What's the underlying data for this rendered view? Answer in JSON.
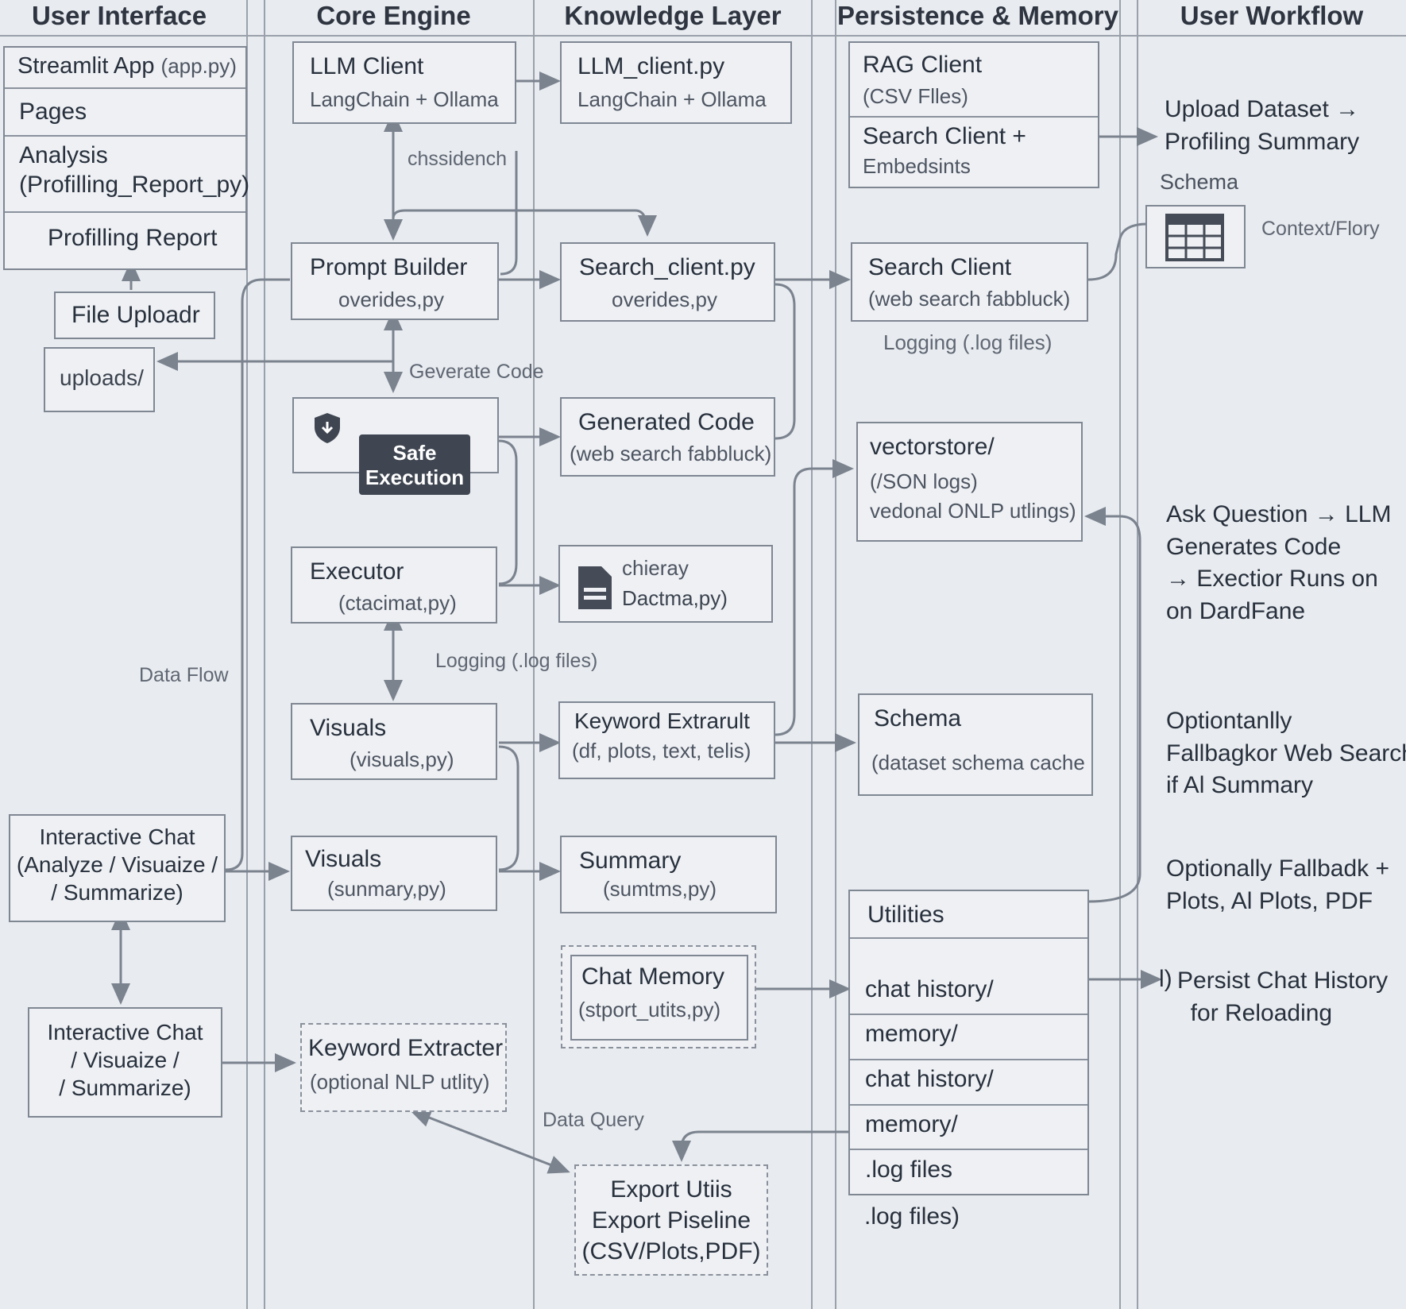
{
  "lanes": {
    "user_interface": "User Interface",
    "core_engine": "Core Engine",
    "knowledge_layer": "Knowledge Layer",
    "persistence_memory": "Persistence & Memory",
    "user_workflow": "User Workflow"
  },
  "ui": {
    "streamlit_app": "Streamlit App",
    "streamlit_app_file": "(app.py)",
    "pages": "Pages",
    "analysis": "Analysis\n(Profilling_Report_py)",
    "profiling_report": "Profilling Report",
    "file_uploader": "File Uploadr",
    "uploads": "uploads/",
    "data_flow": "Data Flow",
    "interactive_chat_1": "Interactive Chat\n(Analyze / Visuaize /\n/ Summarize)",
    "interactive_chat_2": "Interactive Chat\n/ Visuaize /\n/ Summarize)"
  },
  "core": {
    "llm_client_title": "LLM Client",
    "llm_client_sub": "LangChain + Ollama",
    "chssidench": "chssidench",
    "prompt_builder_title": "Prompt Builder",
    "prompt_builder_sub": "overides,py",
    "generate_code": "Geverate Code",
    "safe_execution": "Safe\nExecution",
    "executor_title": "Executor",
    "executor_sub": "(ctacimat,py)",
    "logging": "Logging (.log  files)",
    "visuals1_title": "Visuals",
    "visuals1_sub": "(visuals,py)",
    "visuals2_title": "Visuals",
    "visuals2_sub": "(sunmary,py)",
    "keyword_extracter_title": "Keyword Extracter",
    "keyword_extracter_sub": "(optional NLP utlity)"
  },
  "knowledge": {
    "llm_client_py_title": "LLM_client.py",
    "llm_client_py_sub": "LangChain + Ollama",
    "search_client_py_title": "Search_client.py",
    "search_client_py_sub": "overides,py",
    "generated_code_title": "Generated Code",
    "generated_code_sub": "(web search fabbluck)",
    "chieray_title": "chieray",
    "chieray_sub": "Dactma,py)",
    "keyword_extrarult_title": "Keyword Extrarult",
    "keyword_extrarult_sub": "(df, plots, text, telis)",
    "summary_title": "Summary",
    "summary_sub": "(sumtms,py)",
    "chat_memory_title": "Chat Memory",
    "chat_memory_sub": "(stport_utits,py)",
    "data_query": "Data Query",
    "export_utils": "Export Utiis\nExport Piseline\n(CSV/Plots,PDF)"
  },
  "persistence": {
    "rag_client_title": "RAG Client",
    "rag_client_sub": "(CSV Flles)",
    "search_client_embeds_title": "Search Client +",
    "search_client_embeds_sub": "Embedsints",
    "search_client_title": "Search Client",
    "search_client_sub": "(web search fabbluck)",
    "logging": "Logging (.log files)",
    "vectorstore_title": "vectorstore/",
    "vectorstore_sub1": "(/SON logs)",
    "vectorstore_sub2": "vedonal ONLP utlings)",
    "schema_title": "Schema",
    "schema_sub": "(dataset schema cache",
    "utilities_title": "Utilities",
    "utilities_items": [
      "chat history/",
      "memory/",
      "chat history/",
      "memory/",
      ".log files"
    ],
    "log_files_tail": ".log files)"
  },
  "workflow": {
    "upload_dataset": "Upload Dataset →\nProfiling Summary",
    "schema": "Schema",
    "context_flory": "Context/Flory",
    "ask_question": "Ask Question → LLM\nGenerates Code\n→ Exectior Runs on\non DardFane",
    "optionally_1": "Optiontanlly\nFallbagkor Web Search\nif Al Summary",
    "optionally_2": "Optionally Fallbadk +\nPlots, Al Plots, PDF",
    "persist_marker": "l)",
    "persist_chat": "Persist Chat History\n  for Reloading"
  },
  "icons": [
    "shield-icon",
    "document-icon",
    "table-icon"
  ],
  "colors": {
    "background": "#e8ebef",
    "box_border": "#7f8793",
    "arrow": "#7b838f",
    "badge": "#3f4651"
  }
}
